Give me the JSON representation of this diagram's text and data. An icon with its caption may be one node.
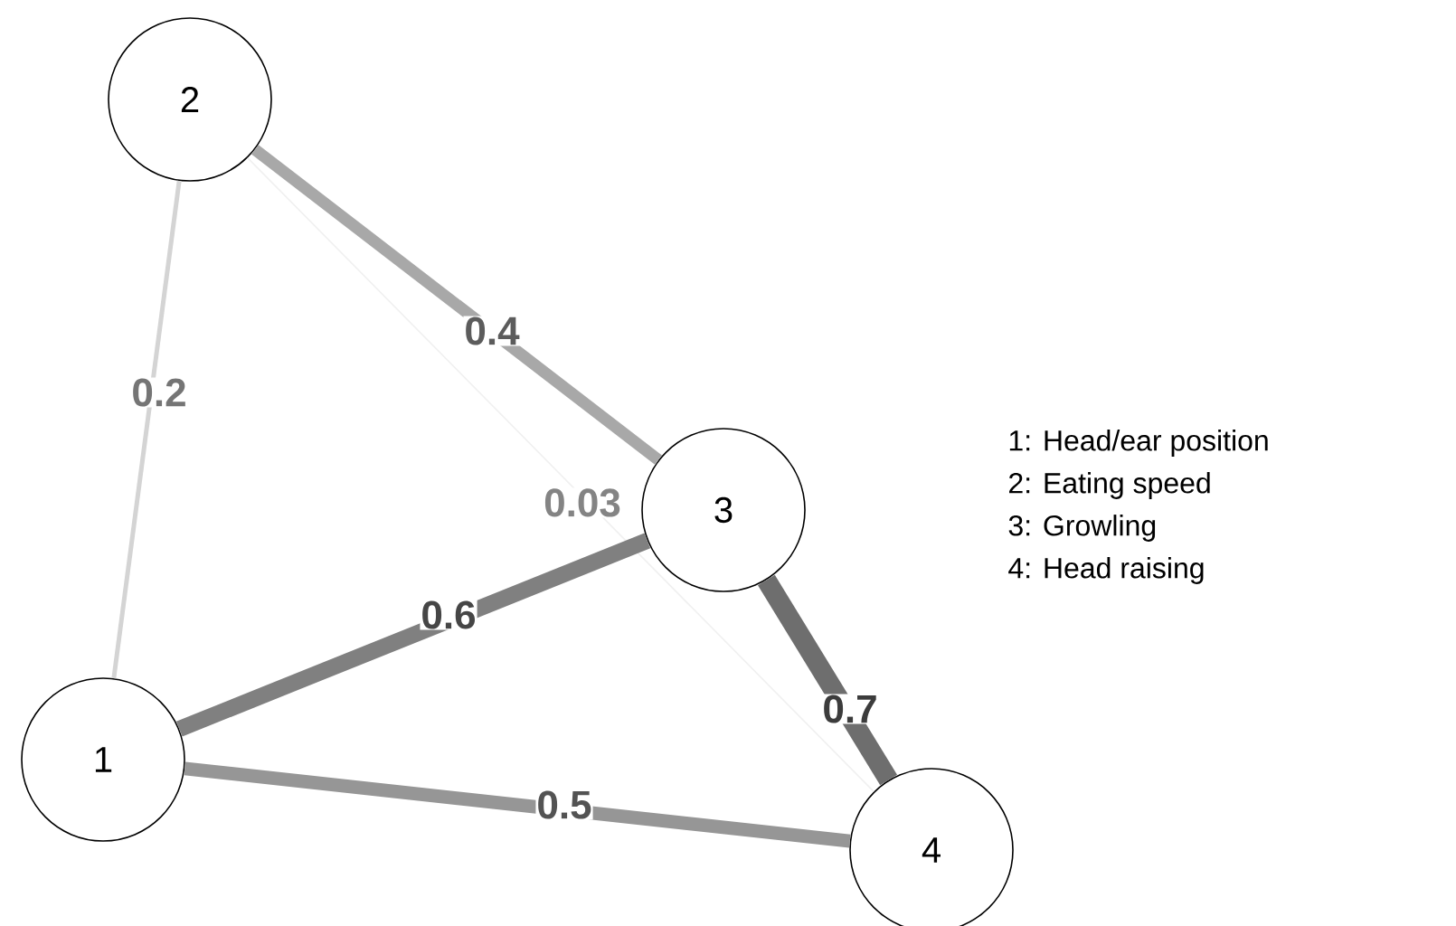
{
  "diagram": {
    "nodes": [
      {
        "text": [
          "1"
        ]
      },
      {
        "text": [
          "2"
        ]
      },
      {
        "text": [
          "3"
        ]
      },
      {
        "text": [
          "4"
        ]
      }
    ],
    "edges": [
      {
        "from": 0,
        "to": 1,
        "arrow": "none",
        "label": "0.2",
        "color": "#d4d4d4"
      },
      {
        "from": 1,
        "to": 2,
        "arrow": "none",
        "label": "0.4",
        "color": "#a8a8a8"
      },
      {
        "from": 1,
        "to": 3,
        "arrow": "none",
        "label": "0.03",
        "color": "#f0f0f0"
      },
      {
        "from": 0,
        "to": 2,
        "arrow": "none",
        "label": "0.6",
        "color": "#808080"
      },
      {
        "from": 2,
        "to": 3,
        "arrow": "none",
        "label": "0.7",
        "color": "#6e6e6e"
      },
      {
        "from": 0,
        "to": 3,
        "arrow": "none",
        "label": "0.5",
        "color": "#969696"
      }
    ],
    "labels": [
      "1: Head/ear position",
      "2: Eating speed",
      "3: Growling",
      "4: Head raising"
    ]
  }
}
